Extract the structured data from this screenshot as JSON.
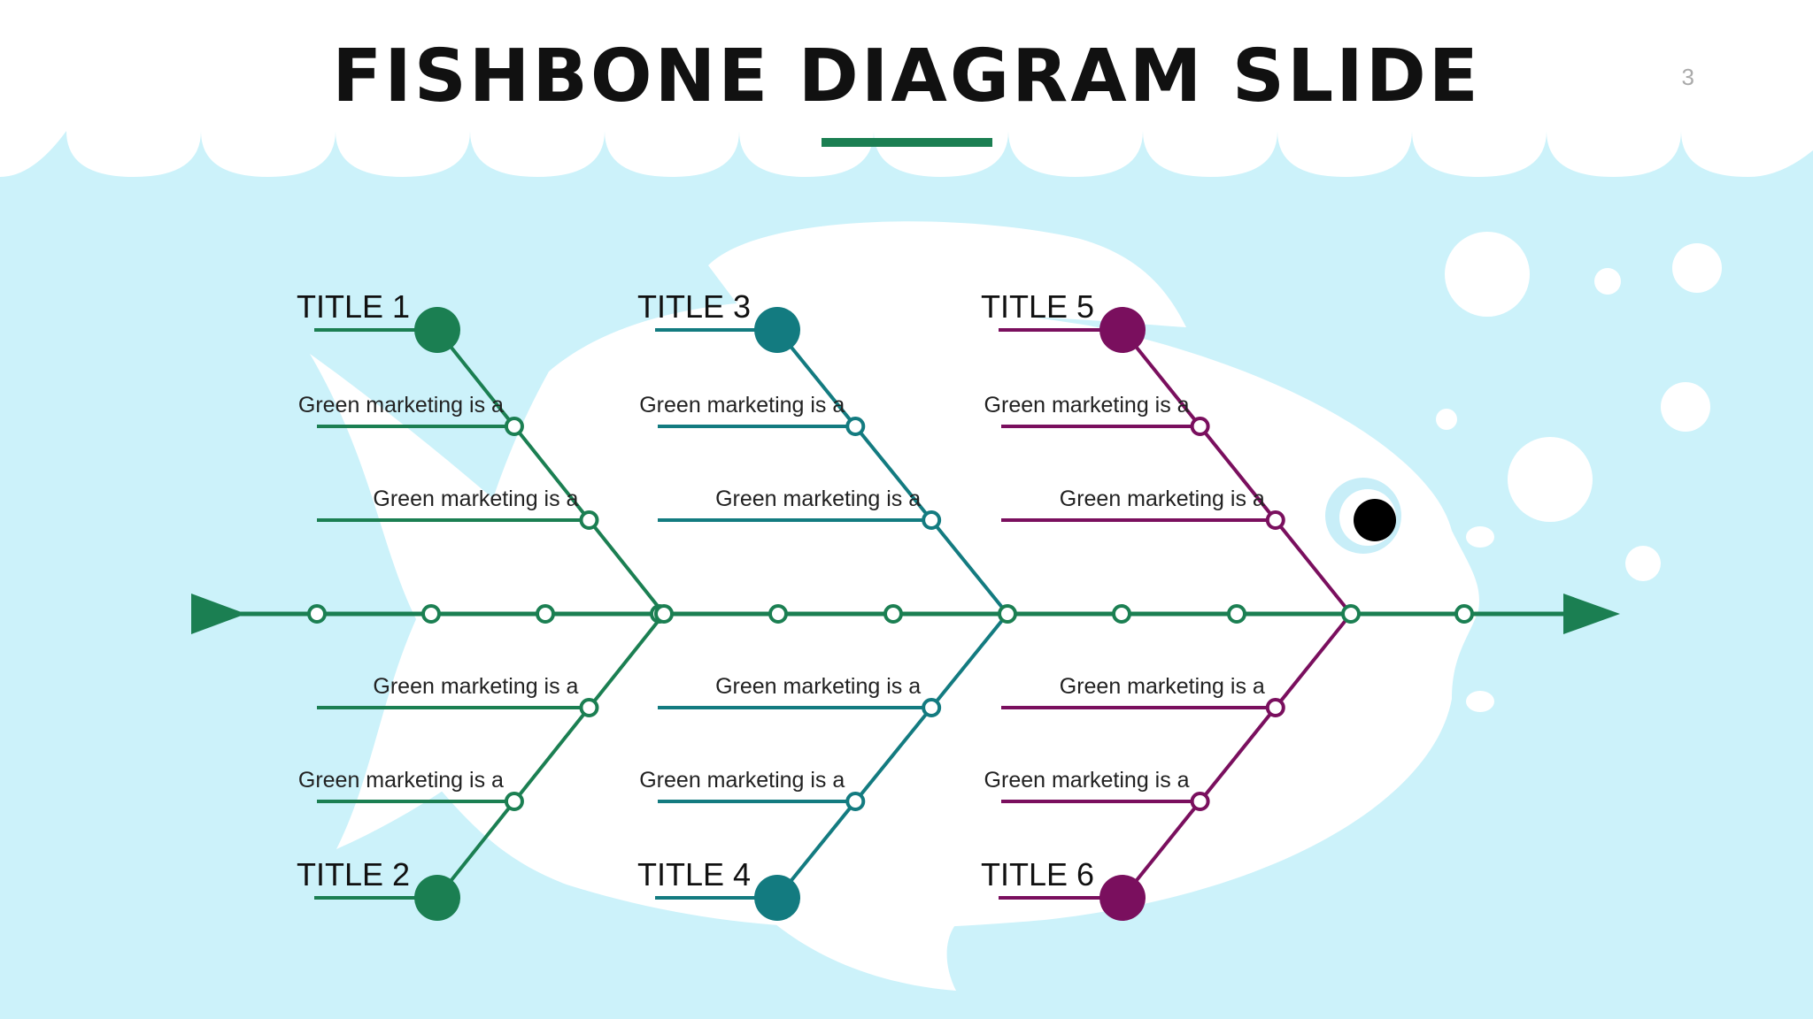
{
  "slide": {
    "title": "FISHBONE DIAGRAM SLIDE",
    "page_number": "3"
  },
  "colors": {
    "water": "#ccf2fa",
    "fish": "#ffffff",
    "spine": "#1b7f52",
    "group_1": "#1b7f52",
    "group_2": "#137b80",
    "group_3": "#7a0f5e",
    "eye": "#000000",
    "eye_ring": "#c8eef8"
  },
  "fishbone": {
    "groups": [
      {
        "top": {
          "title": "TITLE 1",
          "labels": [
            "Green marketing is a",
            "Green marketing is a"
          ]
        },
        "bottom": {
          "title": "TITLE 2",
          "labels": [
            "Green marketing is a",
            "Green marketing is a"
          ]
        }
      },
      {
        "top": {
          "title": "TITLE 3",
          "labels": [
            "Green marketing is a",
            "Green marketing is a"
          ]
        },
        "bottom": {
          "title": "TITLE 4",
          "labels": [
            "Green marketing is a",
            "Green marketing is a"
          ]
        }
      },
      {
        "top": {
          "title": "TITLE 5",
          "labels": [
            "Green marketing is a",
            "Green marketing is a"
          ]
        },
        "bottom": {
          "title": "TITLE 6",
          "labels": [
            "Green marketing is a",
            "Green marketing is a"
          ]
        }
      }
    ]
  }
}
